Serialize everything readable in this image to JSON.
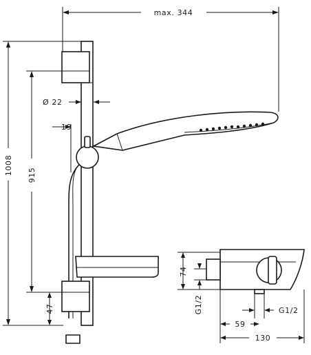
{
  "dimensions": {
    "max_width": "max. 344",
    "total_height": "1008",
    "bar_height": "915",
    "diameter": "Ø 22",
    "offset": "19",
    "bottom": "47",
    "mixer_height": "74",
    "thread_left": "G1/2",
    "thread_right": "G1/2",
    "mixer_offset": "59",
    "mixer_width": "130"
  }
}
